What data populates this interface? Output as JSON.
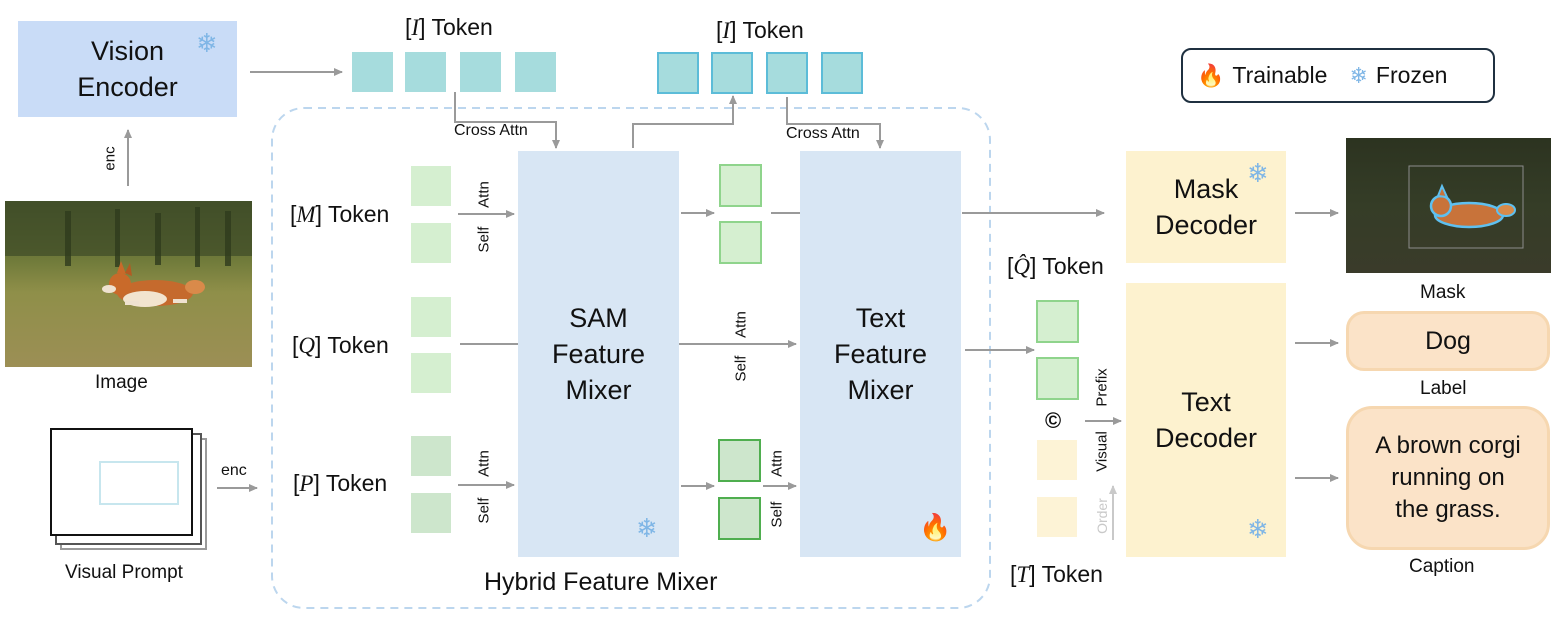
{
  "vision_encoder": {
    "line1": "Vision",
    "line2": "Encoder"
  },
  "image_label": "Image",
  "enc_label": "enc",
  "visual_prompt_label": "Visual Prompt",
  "i_token_left": {
    "bracket": "I",
    "suffix": "Token"
  },
  "i_token_right": {
    "bracket": "I",
    "suffix": "Token"
  },
  "cross_attn_left": "Cross Attn",
  "cross_attn_right": "Cross Attn",
  "m_token": {
    "bracket": "M",
    "suffix": "Token"
  },
  "q_token": {
    "bracket": "Q",
    "suffix": "Token"
  },
  "p_token": {
    "bracket": "P",
    "suffix": "Token"
  },
  "self_label": "Self",
  "attn_label": "Attn",
  "sam_mixer": {
    "line1": "SAM",
    "line2": "Feature",
    "line3": "Mixer"
  },
  "text_mixer": {
    "line1": "Text",
    "line2": "Feature",
    "line3": "Mixer"
  },
  "hybrid_label": "Hybrid Feature Mixer",
  "legend": {
    "trainable": "Trainable",
    "frozen": "Frozen"
  },
  "mask_decoder": {
    "line1": "Mask",
    "line2": "Decoder"
  },
  "text_decoder": {
    "line1": "Text",
    "line2": "Decoder"
  },
  "qhat_token": {
    "bracket": "Q̂",
    "suffix": "Token"
  },
  "t_token": {
    "bracket": "T",
    "suffix": "Token"
  },
  "concat_symbol": "©",
  "prefix_label": "Prefix",
  "visual_label": "Visual",
  "order_label": "Order",
  "mask_label": "Mask",
  "label_output": "Dog",
  "label_caption": "Label",
  "caption_output": {
    "line1": "A brown corgi",
    "line2": "running on",
    "line3": "the grass."
  },
  "caption_label": "Caption",
  "icons": {
    "frozen": "snowflake-icon",
    "trainable": "fire-icon"
  },
  "colors": {
    "encoder_blue": "#c9dcf7",
    "mixer_blue": "#d8e6f4",
    "decoder_yellow": "#fdf2cf",
    "output_orange": "#fbe3c8",
    "token_teal": "#a6dcdd",
    "token_green": "#d5efd0",
    "token_green_dark": "#cde6cc",
    "token_yellow": "#fdf3d6"
  }
}
